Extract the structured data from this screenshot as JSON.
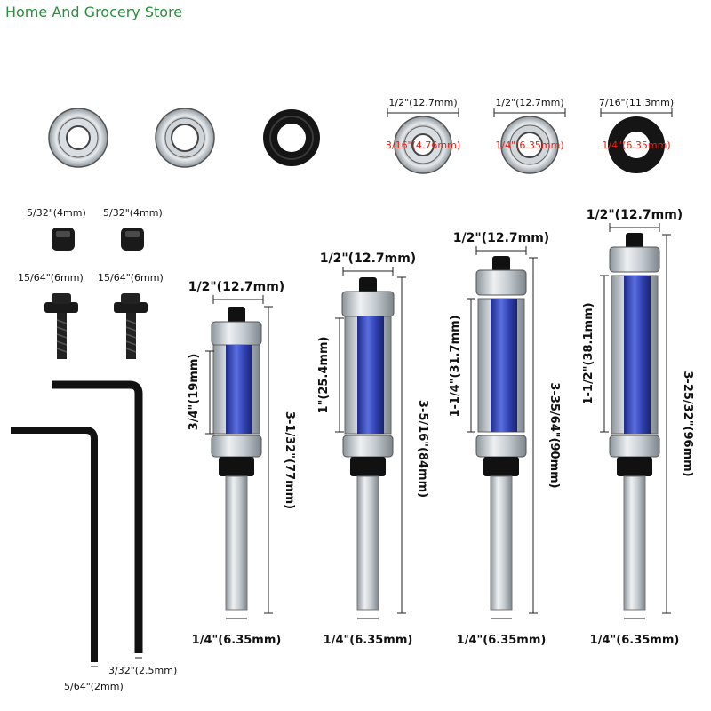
{
  "store_name": "Home And Grocery Store",
  "colors": {
    "blue": "#2f3fb0",
    "blue_light": "#5a6fe0",
    "steel": "#b9c2c8",
    "black": "#111111",
    "red": "#e0241b",
    "store": "#2a8f3a"
  },
  "bearings": {
    "b1": {
      "od": "1/2\"(12.7mm)",
      "id": "3/16\"(4.76mm)"
    },
    "b2": {
      "od": "1/2\"(12.7mm)",
      "id": "1/4\"(6.35mm)"
    },
    "b3": {
      "od": "7/16\"(11.3mm)",
      "id": "1/4\"(6.35mm)"
    }
  },
  "nuts": {
    "n1": "5/32\"(4mm)",
    "n2": "5/32\"(4mm)"
  },
  "screws": {
    "s1": "15/64\"(6mm)",
    "s2": "15/64\"(6mm)"
  },
  "wrenches": {
    "large": "3/32\"(2.5mm)",
    "small": "5/64\"(2mm)"
  },
  "bits": [
    {
      "diameter": "1/2\"(12.7mm)",
      "cut_length": "3/4\"(19mm)",
      "total_length": "3-1/32\"(77mm)",
      "shank": "1/4\"(6.35mm)"
    },
    {
      "diameter": "1/2\"(12.7mm)",
      "cut_length": "1\"(25.4mm)",
      "total_length": "3-5/16\"(84mm)",
      "shank": "1/4\"(6.35mm)"
    },
    {
      "diameter": "1/2\"(12.7mm)",
      "cut_length": "1-1/4\"(31.7mm)",
      "total_length": "3-35/64\"(90mm)",
      "shank": "1/4\"(6.35mm)"
    },
    {
      "diameter": "1/2\"(12.7mm)",
      "cut_length": "1-1/2\"(38.1mm)",
      "total_length": "3-25/32\"(96mm)",
      "shank": "1/4\"(6.35mm)"
    }
  ]
}
